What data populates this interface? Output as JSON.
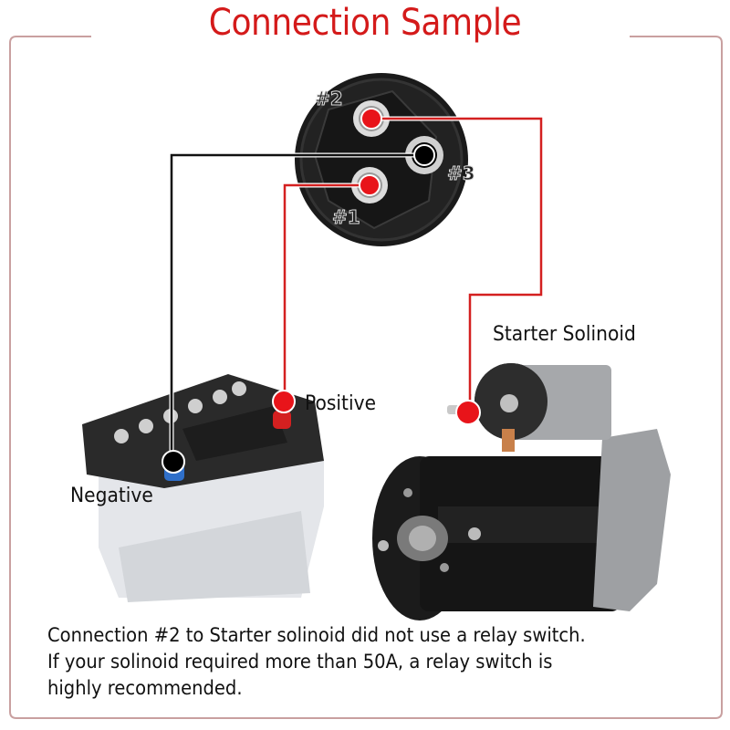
{
  "title": "Connection Sample",
  "colors": {
    "title": "#d41a1a",
    "frame": "#c9a0a0",
    "positive_wire": "#d42020",
    "negative_wire": "#111111",
    "negative_terminal": "#2f6fc9"
  },
  "connector": {
    "pins": [
      {
        "id": "pin-1",
        "label": "#1",
        "color": "red"
      },
      {
        "id": "pin-2",
        "label": "#2",
        "color": "red"
      },
      {
        "id": "pin-3",
        "label": "#3",
        "color": "black"
      }
    ]
  },
  "labels": {
    "starter": "Starter Solinoid",
    "positive": "Positive",
    "negative": "Negative"
  },
  "note": {
    "line1": "Connection #2 to Starter solinoid did not use a relay switch.",
    "line2": "If your solinoid required more than 50A, a relay switch is",
    "line3": "highly recommended."
  }
}
